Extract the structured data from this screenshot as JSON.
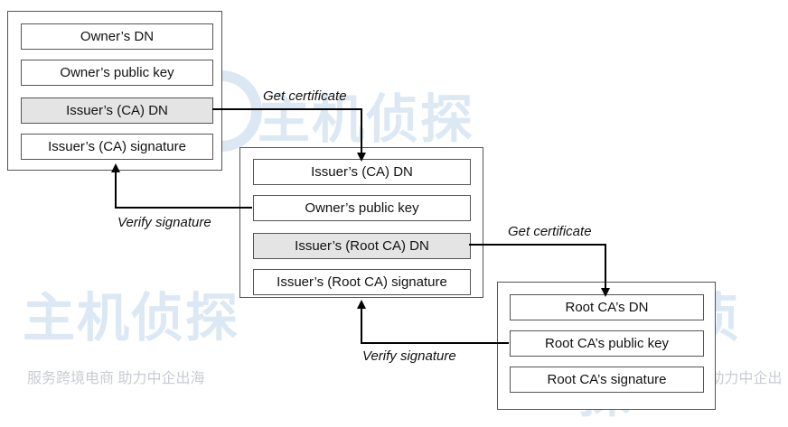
{
  "watermark": {
    "brand": "主机侦探",
    "tagline": "服务跨境电商 助力中企出海"
  },
  "certificates": {
    "owner": {
      "fields": [
        "Owner’s DN",
        "Owner’s public key",
        "Issuer’s (CA) DN",
        "Issuer’s (CA) signature"
      ]
    },
    "ca": {
      "fields": [
        "Issuer’s (CA) DN",
        "Owner’s public key",
        "Issuer’s (Root CA) DN",
        "Issuer’s (Root CA) signature"
      ]
    },
    "root": {
      "fields": [
        "Root CA’s DN",
        "Root CA’s public key",
        "Root CA’s signature"
      ]
    }
  },
  "labels": {
    "get_certificate_1": "Get certificate",
    "verify_signature_1": "Verify signature",
    "get_certificate_2": "Get certificate",
    "verify_signature_2": "Verify signature"
  },
  "colors": {
    "line": "#000000",
    "border": "#555555",
    "shaded_field": "#e4e4e4",
    "watermark": "#dce8f3"
  }
}
